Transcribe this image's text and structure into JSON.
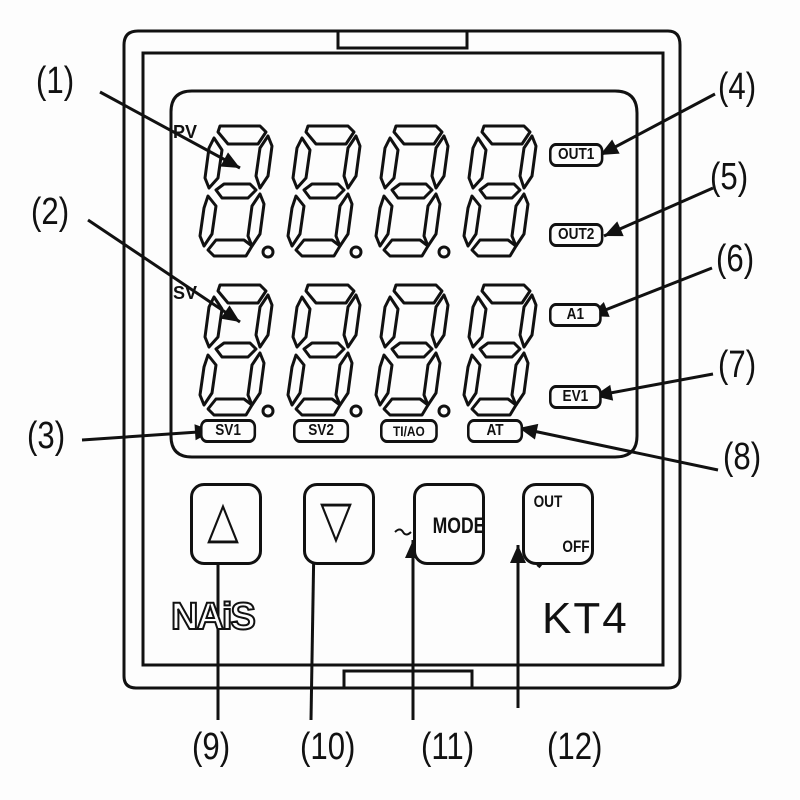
{
  "device": {
    "brand": "NAiS",
    "model": "KT4",
    "display_rows": [
      {
        "name": "PV",
        "label": "PV",
        "digits": 4
      },
      {
        "name": "SV",
        "label": "SV",
        "digits": 4
      }
    ],
    "side_indicators": [
      {
        "id": "out1",
        "label": "OUT1"
      },
      {
        "id": "out2",
        "label": "OUT2"
      },
      {
        "id": "a1",
        "label": "A1"
      },
      {
        "id": "ev1",
        "label": "EV1"
      }
    ],
    "bottom_indicators": [
      {
        "id": "sv1",
        "label": "SV1"
      },
      {
        "id": "sv2",
        "label": "SV2"
      },
      {
        "id": "ti-ao",
        "label": "TI/AO"
      },
      {
        "id": "at",
        "label": "AT"
      }
    ],
    "keys": [
      {
        "id": "up",
        "label": "△",
        "icon": "up-triangle-icon"
      },
      {
        "id": "down",
        "label": "▽",
        "icon": "down-triangle-icon"
      },
      {
        "id": "mode",
        "label": "MODE"
      },
      {
        "id": "out-off",
        "label_top": "OUT",
        "label_bottom": "OFF"
      }
    ]
  },
  "callouts": [
    "(1)",
    "(2)",
    "(3)",
    "(4)",
    "(5)",
    "(6)",
    "(7)",
    "(8)",
    "(9)",
    "(10)",
    "(11)",
    "(12)"
  ]
}
